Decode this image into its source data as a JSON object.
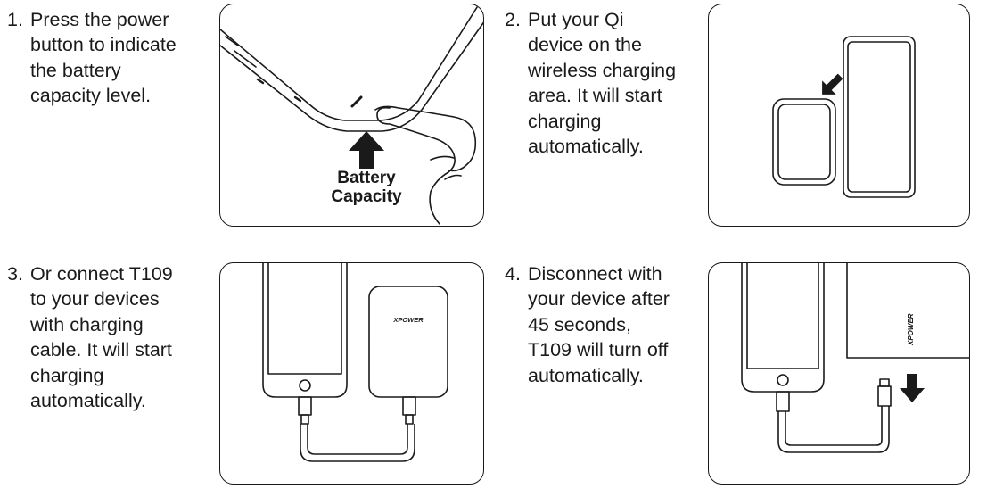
{
  "steps": [
    {
      "num": "1.",
      "text": "Press the power\nbutton to indicate\nthe battery\ncapacity level."
    },
    {
      "num": "2.",
      "text": "Put your Qi\ndevice on the\nwireless charging\narea. It will start\ncharging\nautomatically."
    },
    {
      "num": "3.",
      "text": "Or connect T109\nto your devices\nwith charging\ncable. It will start\ncharging\nautomatically."
    },
    {
      "num": "4.",
      "text": "Disconnect with\nyour device after\n45 seconds,\nT109 will turn off\nautomatically."
    }
  ],
  "panel1": {
    "label_line1": "Battery",
    "label_line2": "Capacity"
  },
  "brand": {
    "logo_text": "XPOWER"
  },
  "colors": {
    "ink": "#1a1a1a",
    "panel_border": "#1a1a1a",
    "background": "#ffffff"
  }
}
